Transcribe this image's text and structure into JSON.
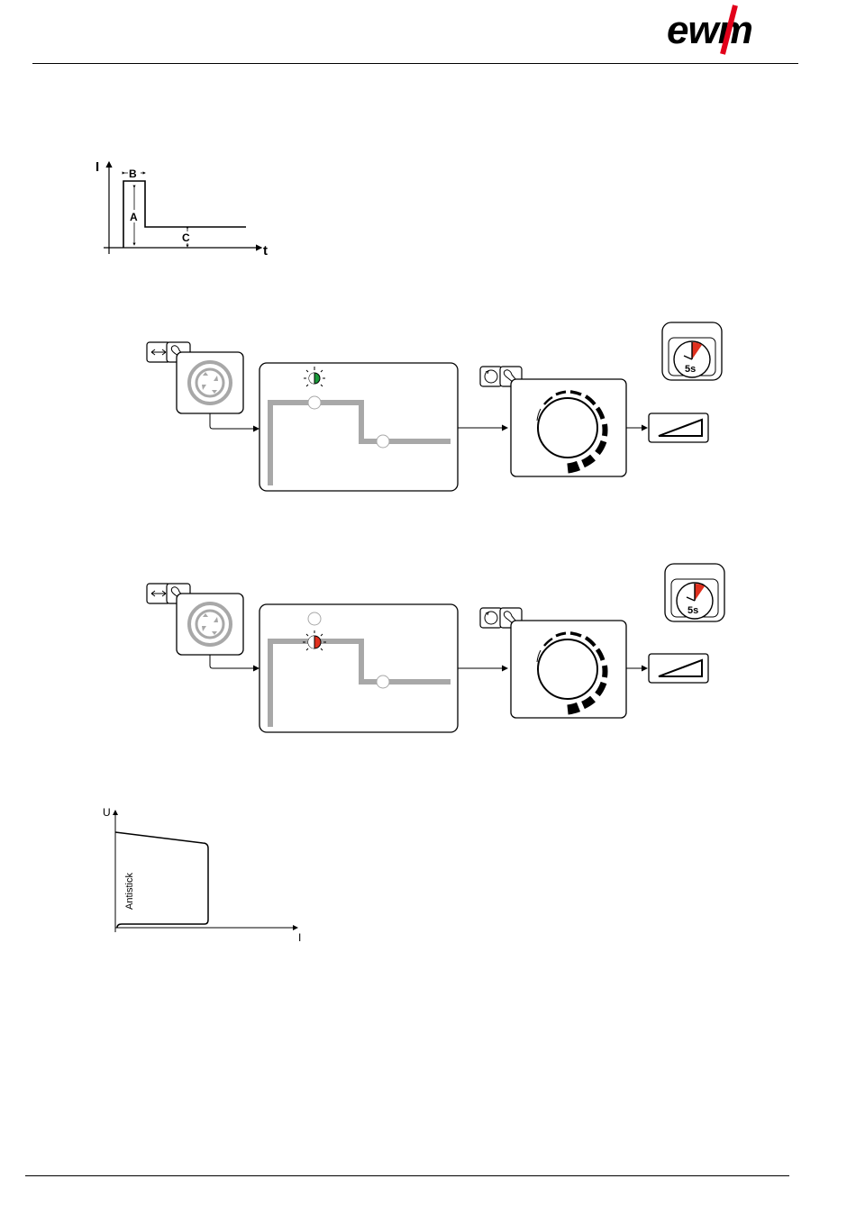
{
  "header": {
    "logo_text": "ewm"
  },
  "figure_start_current": {
    "y_axis_label": "I",
    "x_axis_label": "t",
    "labels": {
      "a": "A",
      "b": "B",
      "c": "C"
    }
  },
  "sequence_common": {
    "timer_label": "5s"
  },
  "figure_antistick": {
    "y_axis_label": "U",
    "x_axis_label": "I",
    "curve_label": "Antistick"
  },
  "colors": {
    "line": "#000000",
    "gray_path": "#a8a8a8",
    "led_green": "#1a9a3a",
    "led_red": "#e0301e",
    "logo_accent": "#e2001a"
  }
}
